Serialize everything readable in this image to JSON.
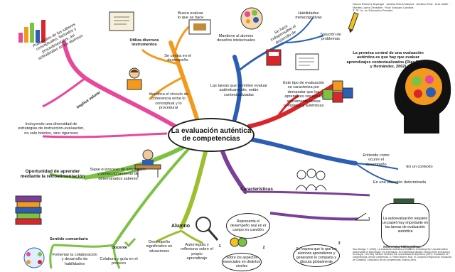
{
  "center_title": "La evaluación auténtica de competencias",
  "header_authors": "García Ramírez Bryangel · Jarama Reina Marysol · Arellano Ruiz · Ana Judith · Montes López Geraldine · Ruiz Vázquez Carolina",
  "header_group": "5° 'B' Lic. en Educación Primaria",
  "labels": {
    "potenciales": "Potenciales de los saberes conceptuales, factuales y procedimentales, así actitudinales en los alumnos",
    "implica_valorar": "Implica valorar",
    "incluyendo": "Incluyendo una diversidad de estrategias de instrucción-evaluación, no solo boletos, sino rigurosos",
    "oportunidad": "Oportunidad de aprender mediante la retroalimentación",
    "sentido_comunitario": "Sentido comunitario",
    "fomentar": "Fomentar la colaboración y desarrollo de habilidades",
    "busca_evaluar": "Busca evaluar lo que se hace",
    "utiliza": "Utiliza diversos instrumentos",
    "se_centra": "Se centra en el desempeño",
    "identifica": "Identifica el vínculo de coherencia entre lo conceptual y lo procedural",
    "sigue": "Sigue el proceso de adquisición y perfeccionamiento de determinados saberes",
    "mantiene": "Mantiene al alumno desafíos intelectuales",
    "tareas": "Las tareas que permiten evaluar auténticamente, están contextualizadas",
    "habilidades": "Habilidades metacognitivas",
    "solucion": "Solución de problemas",
    "indispensable": "Se hace indispensable el desarrollo de",
    "premisa": "La premisa central de una evaluación auténtica es que hay que evaluar aprendizajes contextualizados (Díaz Barriga y Hernández, 2002)",
    "este_tipo": "Este tipo de evaluación se caracteriza por demandar que los aprendices resuelvan activamente tareas complejas y auténticas",
    "entiende": "Entiende como ocurre el desempeño",
    "en_un_contexto": "En un contexto",
    "situacion": "En una situación determinada",
    "caracteristicas": "Características",
    "alumno": "Alumno",
    "docente": "Docente",
    "colabora": "Colabora y guía en el proceso",
    "desempeno_situaciones": "Desempeño significativo en situaciones",
    "autorregula": "Autorregula y reflexiona sobre el propio aprendizaje",
    "representa": "Representa el desempeño real en el campo en cuestión",
    "sobre_aspectos": "Sobre los aspectos esenciales en distintos niveles",
    "se_espera": "Se espera que lo que los alumnos aprendieron y generaron lo comparta y discuta globalmente",
    "autoevaluacion": "La autoevaluación requiere un papel muy importante en las tareas de evaluación auténtica",
    "num_1": "1",
    "num_2": "2",
    "num_3": "3"
  },
  "references": {
    "title": "Referencias bibliográficas:",
    "text": "Díaz Barriga, F. (2006). La evaluación auténtica centrada en el desempeño: Una alternativa para evaluar el aprendizaje y la enseñanza. En Enseñanza situada: Vínculo entre la escuela y la vida (pp. 125-163). México: McGraw-Hill. Universidad de Barcelona (2007). Evaluación de competencias. Sesión conferencia. D. Pablo Moreno Ruiz. XI Congreso Regional de Educación de Cantabria. Evaluación de las competencias. Buenos Aires."
  },
  "colors": {
    "pink": "#e8489a",
    "orange": "#f39a1e",
    "green": "#7cc242",
    "blue": "#2c5fb3",
    "red": "#d9262b",
    "purple": "#7b3f98",
    "olive": "#9bbf2e",
    "teal": "#2aa6a0"
  },
  "icons": [
    "chart-icon",
    "notebook-icon",
    "student-reading-icon",
    "thinking-head-icon",
    "pencil-icon",
    "books-icon",
    "test-sheet-icon",
    "head-profile-icon",
    "colored-blocks-icon",
    "students-group-icon",
    "checkmark-icon",
    "people-circle-icon",
    "student-desk-icon",
    "chalkboard-icon",
    "magnifier-person-icon",
    "emoji-faces-icon"
  ]
}
